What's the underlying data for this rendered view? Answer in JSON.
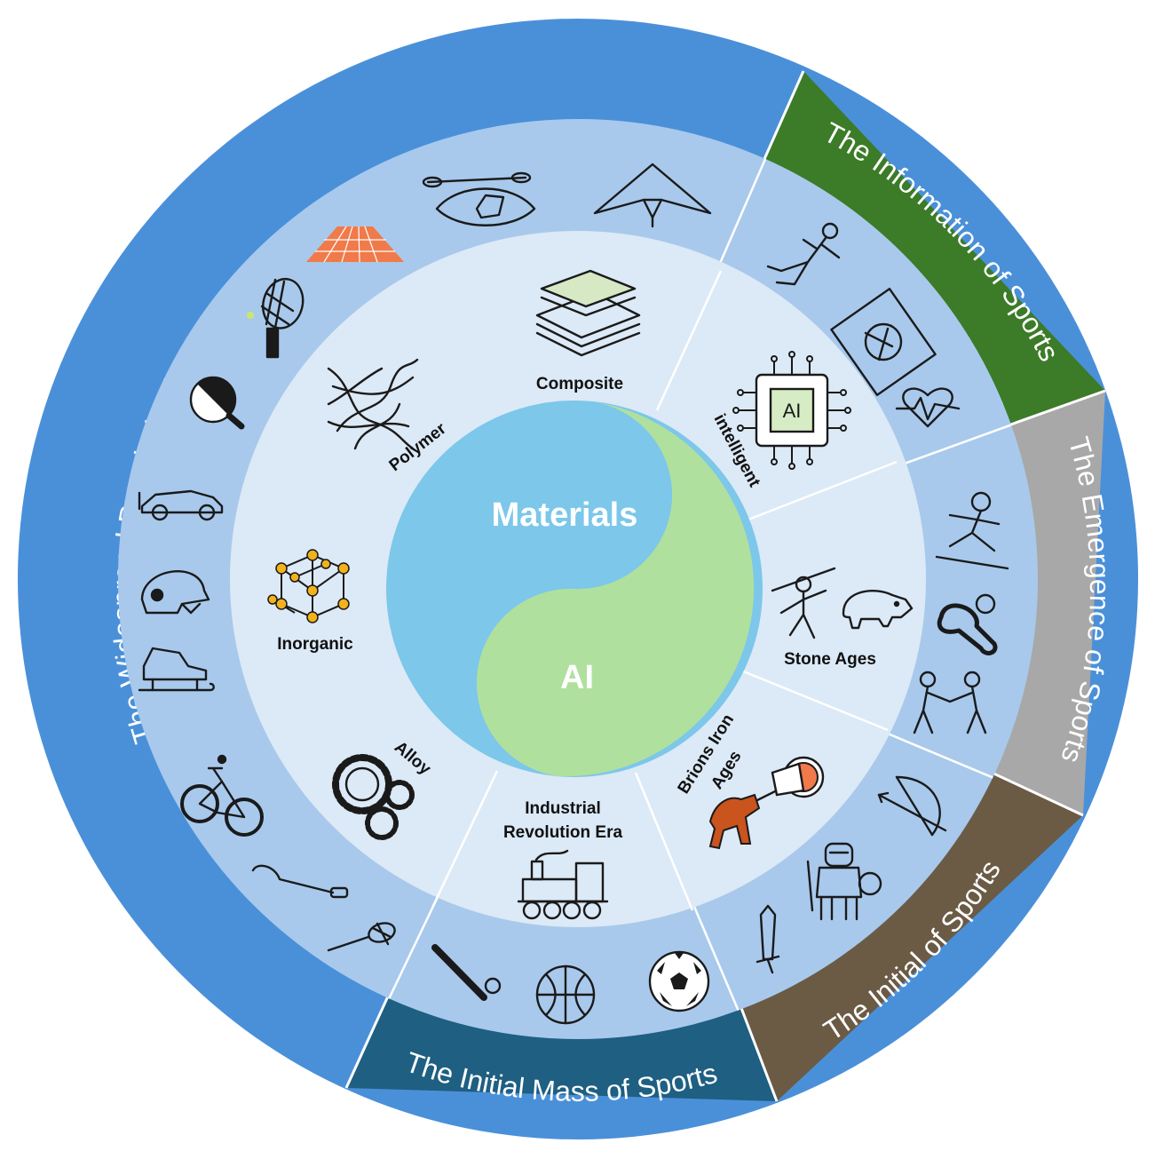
{
  "colors": {
    "outer_blue": "#4a90d9",
    "green": "#3c7b27",
    "grey": "#a8a8a8",
    "brown": "#6b5b45",
    "dark_teal": "#1e5f82",
    "middle_ring": "#a8c9ec",
    "inner_ring": "#dce9f6",
    "core_blue": "#7cc7ea",
    "core_green": "#b0e09e",
    "accent_orange": "#f07a4a",
    "accent_gold": "#f2b21c",
    "accent_brown": "#c9541d"
  },
  "outer_ring": {
    "widespread": "The Widespread Popularization of Sports",
    "information": "The Information of Sports",
    "emergence": "The Emergence of Sports",
    "initial": "The  Initial of Sports",
    "initial_mass": "The  Initial Mass of Sports"
  },
  "inner_ring": {
    "composite": "Composite",
    "polymer": "Polymer",
    "inorganic": "Inorganic",
    "alloy": "Alloy",
    "industrial_line1": "Industrial",
    "industrial_line2": "Revolution Era",
    "brions_line1": "Brions Iron",
    "brions_line2": "Ages",
    "stone_ages": "Stone Ages",
    "intelligent": "intelligent"
  },
  "core": {
    "materials": "Materials",
    "ai": "AI"
  },
  "chip_label": "AI",
  "icons": [
    "kayak-icon",
    "hang-glider-icon",
    "running-track-icon",
    "tennis-racket-icon",
    "table-tennis-paddle-icon",
    "race-car-icon",
    "batting-helmet-icon",
    "ice-skate-icon",
    "bicycle-icon",
    "golf-club-icon",
    "badminton-racket-icon",
    "baseball-bat-icon",
    "basketball-icon",
    "soccer-ball-icon",
    "sword-icon",
    "knight-armor-icon",
    "bow-arrow-icon",
    "wrestlers-icon",
    "stone-disc-icon",
    "ice-slider-icon",
    "sprinter-icon",
    "tactics-board-icon",
    "heart-rate-icon",
    "ai-chip-icon",
    "composite-layers-icon",
    "polymer-network-icon",
    "crystal-lattice-icon",
    "gears-icon",
    "steam-train-icon",
    "chariot-icon",
    "spear-thrower-icon",
    "boar-icon"
  ]
}
